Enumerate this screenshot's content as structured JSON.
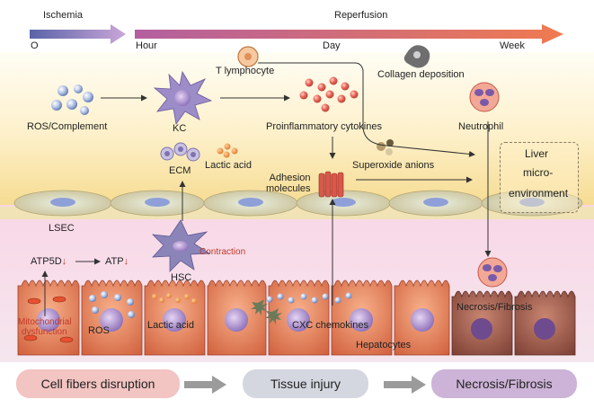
{
  "timeline": {
    "ischemia_label": "Ischemia",
    "reperfusion_label": "Reperfusion",
    "ticks": [
      "O",
      "Hour",
      "Day",
      "Week"
    ],
    "ischemia_colors": [
      "#5a63a8",
      "#c9a6d8"
    ],
    "reperfusion_colors": [
      "#b35fa0",
      "#f07a50"
    ]
  },
  "top_row": {
    "ros_complement": "ROS/Complement",
    "kc": "KC",
    "t_lymphocyte": "T lymphocyte",
    "proinflammatory_cytokines": "Proinflammatory cytokines",
    "collagen_deposition": "Collagen deposition",
    "neutrophil": "Neutrophil"
  },
  "middle_row": {
    "ecm": "ECM",
    "lactic_acid": "Lactic acid",
    "adhesion_molecules": "Adhesion\nmolecules",
    "superoxide_anions": "Superoxide anions",
    "liver_microenvironment_line1": "Liver",
    "liver_microenvironment_line2": "micro-",
    "liver_microenvironment_line3": "environment",
    "lsec": "LSEC"
  },
  "lower_row": {
    "atp5d": "ATP5D",
    "atp": "ATP",
    "hsc": "HSC",
    "contraction": "Contraction",
    "mitochondrial_dysfunction_line1": "Mitochondrial",
    "mitochondrial_dysfunction_line2": "dysfunction",
    "ros": "ROS",
    "lactic_acid": "Lactic acid",
    "cxc_chemokines": "CXC chemokines",
    "hepatocytes": "Hepatocytes",
    "necrosis_fibrosis": "Necrosis/Fibrosis"
  },
  "bottom_stages": [
    {
      "label": "Cell fibers disruption",
      "color": "#f2c4c2"
    },
    {
      "label": "Tissue injury",
      "color": "#d4d7e0"
    },
    {
      "label": "Necrosis/Fibrosis",
      "color": "#cdb3d8"
    }
  ]
}
